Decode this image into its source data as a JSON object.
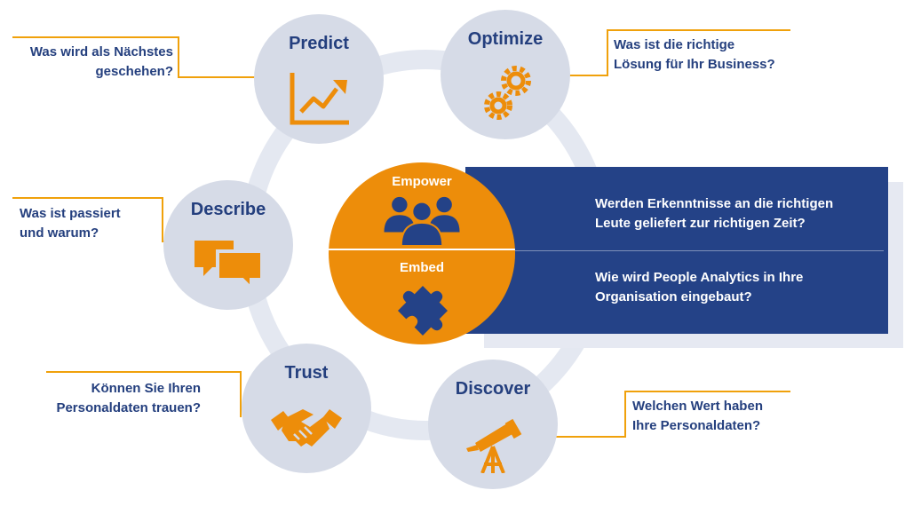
{
  "nodes": {
    "predict": {
      "label": "Predict",
      "icon": "chart-trend-icon"
    },
    "optimize": {
      "label": "Optimize",
      "icon": "gears-icon"
    },
    "describe": {
      "label": "Describe",
      "icon": "chat-bubbles-icon"
    },
    "trust": {
      "label": "Trust",
      "icon": "handshake-icon"
    },
    "discover": {
      "label": "Discover",
      "icon": "telescope-icon"
    }
  },
  "callouts": {
    "predict": {
      "line1": "Was wird als Nächstes",
      "line2": "geschehen?"
    },
    "optimize": {
      "line1": "Was ist die richtige",
      "line2": "Lösung für Ihr Business?"
    },
    "describe": {
      "line1": "Was ist passiert",
      "line2": "und warum?"
    },
    "trust": {
      "line1": "Können Sie Ihren",
      "line2": "Personaldaten trauen?"
    },
    "discover": {
      "line1": "Welchen Wert haben",
      "line2": "Ihre Personaldaten?"
    }
  },
  "center": {
    "empower": {
      "label": "Empower",
      "icon": "people-group-icon"
    },
    "embed": {
      "label": "Embed",
      "icon": "puzzle-piece-icon"
    }
  },
  "panel": {
    "empower": {
      "line1": "Werden Erkenntnisse an die richtigen",
      "line2": "Leute geliefert zur richtigen Zeit?"
    },
    "embed": {
      "line1": "Wie wird People Analytics in Ihre",
      "line2": "Organisation eingebaut?"
    }
  },
  "colors": {
    "orange": "#ED8D0A",
    "navy": "#244287",
    "circle": "#D6DBE7",
    "ring": "#E4E8F1",
    "text": "#243F7E"
  }
}
